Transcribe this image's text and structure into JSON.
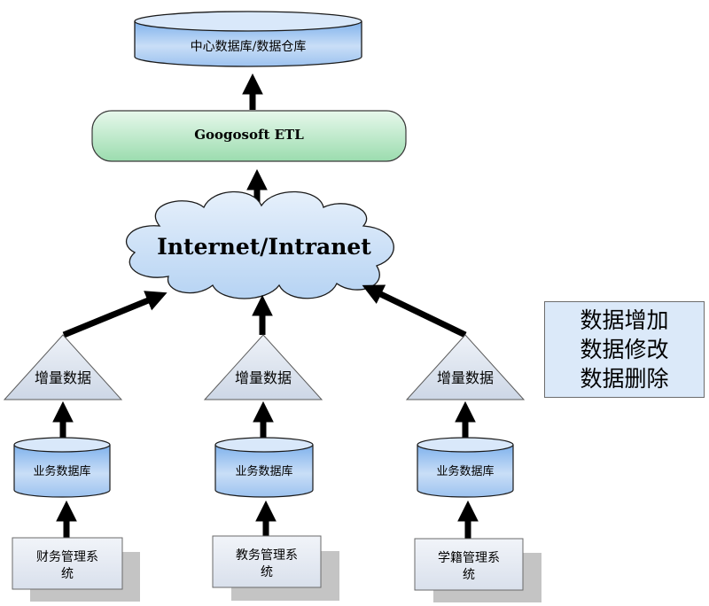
{
  "central_db": {
    "label": "中心数据库/数据仓库"
  },
  "etl": {
    "label": "Googosoft ETL"
  },
  "network": {
    "label": "Internet/Intranet"
  },
  "incremental": [
    {
      "label": "增量数据"
    },
    {
      "label": "增量数据"
    },
    {
      "label": "增量数据"
    }
  ],
  "business_dbs": [
    {
      "label": "业务数据库"
    },
    {
      "label": "业务数据库"
    },
    {
      "label": "业务数据库"
    }
  ],
  "systems": [
    {
      "line1": "财务管理系",
      "line2": "统"
    },
    {
      "line1": "教务管理系",
      "line2": "统"
    },
    {
      "line1": "学籍管理系",
      "line2": "统"
    }
  ],
  "legend": {
    "items": [
      "数据增加",
      "数据修改",
      "数据删除"
    ]
  },
  "colors": {
    "database_fill": "#a9cbf2",
    "etl_fill": "#b4e8c4",
    "cloud_fill": "#c9dff7",
    "triangle_fill": "#dfe6f2",
    "system_fill": "#e4e9f2",
    "legend_fill": "#dbe9f9",
    "arrow": "#000000"
  }
}
